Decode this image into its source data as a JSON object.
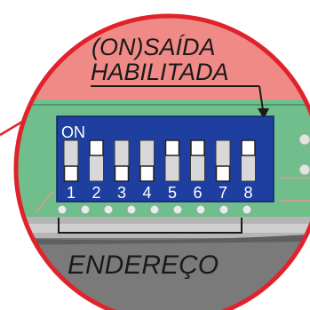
{
  "title_line1": "(ON)SAÍDA",
  "title_line2": "HABILITADA",
  "switch_on_label": "ON",
  "switch_numbers": [
    "1",
    "2",
    "3",
    "4",
    "5",
    "6",
    "7",
    "8"
  ],
  "switch_states": [
    "off",
    "on",
    "off",
    "off",
    "on",
    "on",
    "off",
    "on"
  ],
  "bottom_label": "ENDEREÇO",
  "colors": {
    "ring": "#e0232b",
    "top_band": "#f08a87",
    "board": "#6fbe8c",
    "switch_body": "#1f3fa0",
    "bottom_band": "#7a7a7a",
    "ground": "#9a9a9a"
  }
}
